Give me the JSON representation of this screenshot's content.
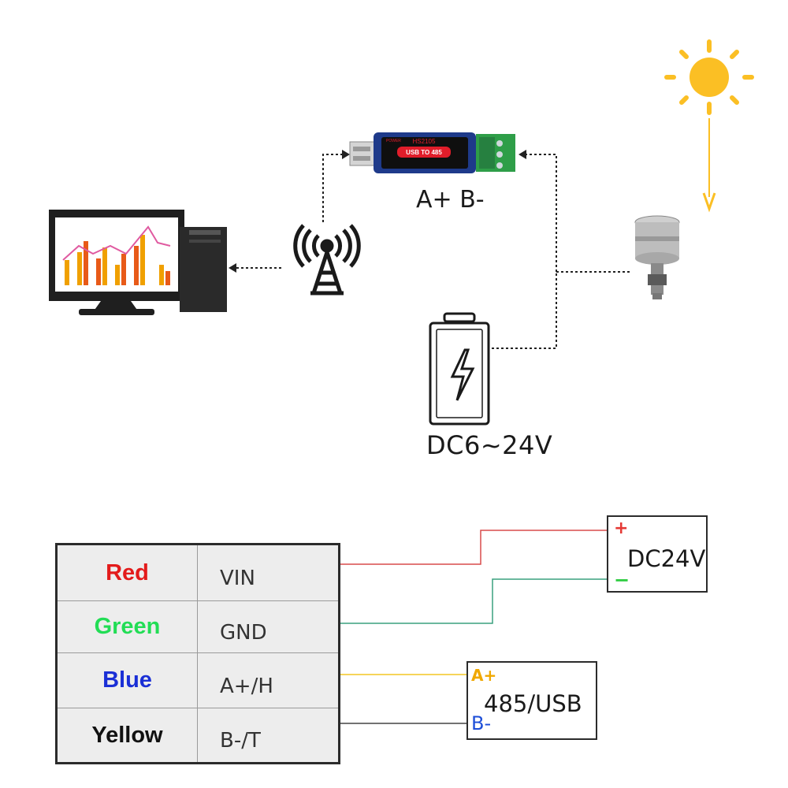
{
  "adapter": {
    "brand_text": "HS2105",
    "chip_label": "USB TO 485",
    "power_label": "POWER",
    "terminal_label": "A+ B-"
  },
  "battery": {
    "voltage_label": "DC6~24V"
  },
  "wiring": {
    "rows": [
      {
        "color_name": "Red",
        "signal": "VIN",
        "color": "#e31b1b"
      },
      {
        "color_name": "Green",
        "signal": "GND",
        "color": "#22dd55"
      },
      {
        "color_name": "Blue",
        "signal": "A+/H",
        "color": "#1a2fd6"
      },
      {
        "color_name": "Yellow",
        "signal": "B-/T",
        "color": "#111111"
      }
    ]
  },
  "power_supply": {
    "label": "DC24V",
    "plus": "+",
    "minus": "−"
  },
  "bus_interface": {
    "label": "485/USB",
    "a_plus": "A+",
    "b_minus": "B-"
  },
  "colors": {
    "sun": "#fbbf24",
    "red_wire": "#d94b4b",
    "green_wire": "#3aa17e",
    "yellow_wire": "#f3c623",
    "black_wire": "#444444",
    "adapter_body": "#1e3a8a",
    "terminal_green": "#2e9e48"
  }
}
